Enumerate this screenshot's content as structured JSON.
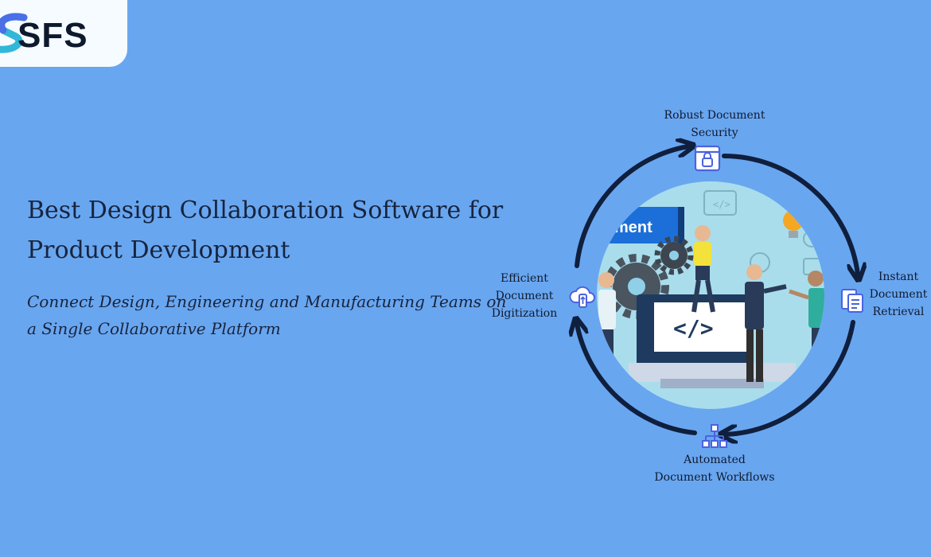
{
  "brand": {
    "logo_text": "SFS"
  },
  "hero": {
    "title": "Best Design Collaboration Software for Product Development",
    "subtitle": "Connect Design, Engineering and Manufacturing Teams on a Single Collaborative Platform"
  },
  "cycle": {
    "nodes": [
      {
        "label": "Robust Document\nSecurity",
        "icon": "lock-icon"
      },
      {
        "label": "Instant\nDocument\nRetrieval",
        "icon": "documents-icon"
      },
      {
        "label": "Automated\nDocument Workflows",
        "icon": "workflow-icon"
      },
      {
        "label": "Efficient\nDocument\nDigitization",
        "icon": "cloud-upload-icon"
      }
    ],
    "illustration_text": "ment",
    "code_symbol": "</>"
  },
  "colors": {
    "background": "#69a6f0",
    "arrow": "#0f1f3d",
    "icon": "#4a63e0",
    "badge": "#f6fbff"
  }
}
